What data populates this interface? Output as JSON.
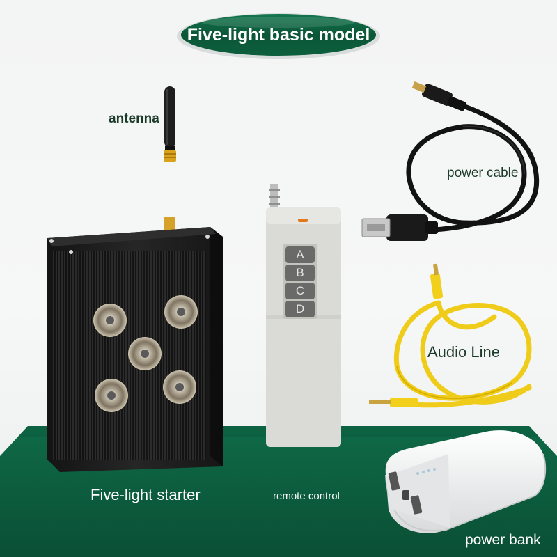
{
  "title": "Five-light basic model",
  "labels": {
    "antenna": "antenna",
    "power_cable": "power cable",
    "audio_line": "Audio Line",
    "starter": "Five-light starter",
    "remote": "remote control",
    "power_bank": "power bank"
  },
  "remote_buttons": [
    "A",
    "B",
    "C",
    "D"
  ],
  "colors": {
    "brand_green": "#0e5a3c",
    "floor_green": "#0d5b3d",
    "cable_yellow": "#f2cf1b",
    "cable_black": "#141414",
    "remote_body": "#dfe0dc",
    "starter_body": "#1c1c1c"
  },
  "icons": {
    "antenna": "antenna-icon",
    "power_cable": "usb-power-cable-icon",
    "audio_line": "audio-line-icon",
    "starter": "five-light-starter-icon",
    "remote": "remote-control-icon",
    "power_bank": "power-bank-icon"
  }
}
